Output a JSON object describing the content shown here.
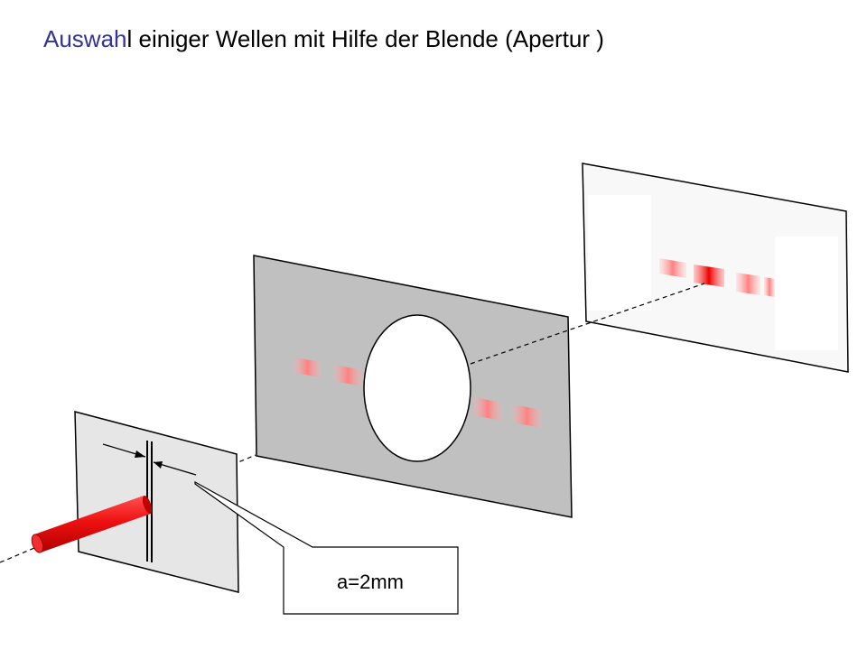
{
  "title": {
    "accent_part": "Auswah",
    "rest_part": "l einiger Wellen mit Hilfe der Blende (Apertur )"
  },
  "callout": {
    "label": "a=2mm"
  },
  "colors": {
    "title_accent": "#333399",
    "laser": "#ee1111",
    "aperture_plate": "#c0c0c0",
    "slit_plate": "#e6e6e6",
    "screen": "#f8f8f8"
  }
}
